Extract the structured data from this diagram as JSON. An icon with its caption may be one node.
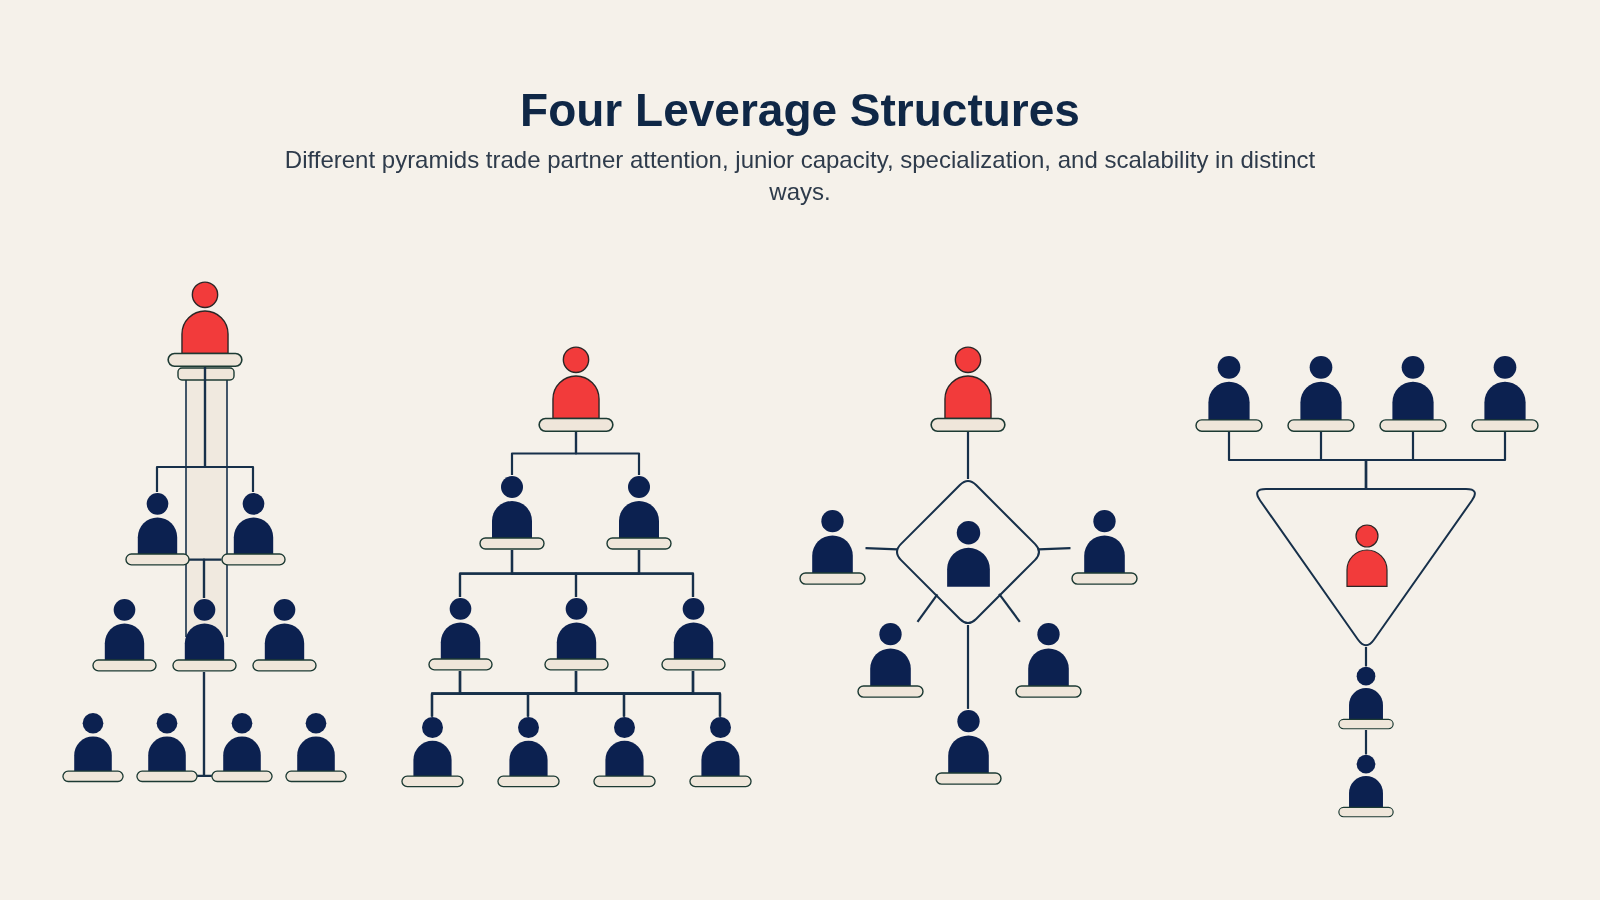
{
  "diagram": {
    "title": "Four Leverage Structures",
    "nodes": [
      {
        "text": [],
        "shape": "person"
      },
      {
        "text": [],
        "shape": "person"
      },
      {
        "text": [],
        "shape": "person"
      },
      {
        "text": [],
        "shape": "person"
      },
      {
        "text": [],
        "shape": "person"
      },
      {
        "text": [],
        "shape": "person"
      },
      {
        "text": [],
        "shape": "person"
      },
      {
        "text": [],
        "shape": "person"
      },
      {
        "text": [],
        "shape": "person"
      },
      {
        "text": [],
        "shape": "person"
      },
      {
        "text": [],
        "shape": "person"
      },
      {
        "text": [],
        "shape": "person"
      },
      {
        "text": [],
        "shape": "person"
      },
      {
        "text": [],
        "shape": "person"
      },
      {
        "text": [],
        "shape": "person"
      },
      {
        "text": [],
        "shape": "person"
      },
      {
        "text": [],
        "shape": "person"
      },
      {
        "text": [],
        "shape": "person"
      },
      {
        "text": [],
        "shape": "person"
      },
      {
        "text": [],
        "shape": "person"
      },
      {
        "text": [],
        "shape": "person"
      },
      {
        "text": [],
        "shape": "diamond"
      },
      {
        "text": [],
        "shape": "person",
        "in": 21
      },
      {
        "text": [],
        "shape": "person"
      },
      {
        "text": [],
        "shape": "person"
      },
      {
        "text": [],
        "shape": "person"
      },
      {
        "text": [],
        "shape": "person"
      },
      {
        "text": [],
        "shape": "person"
      },
      {
        "text": [],
        "shape": "person"
      },
      {
        "text": [],
        "shape": "person"
      },
      {
        "text": [],
        "shape": "person"
      },
      {
        "text": [],
        "shape": "person"
      },
      {
        "text": [],
        "shape": "triangle"
      },
      {
        "text": [],
        "shape": "person",
        "in": 32
      },
      {
        "text": [],
        "shape": "person"
      },
      {
        "text": [],
        "shape": "person"
      }
    ],
    "edges": [
      {
        "from": 0,
        "to": 1,
        "arrow": "none"
      },
      {
        "from": 0,
        "to": 2,
        "arrow": "none"
      },
      {
        "from": 1,
        "to": 4,
        "arrow": "none"
      },
      {
        "from": 2,
        "to": 4,
        "arrow": "none"
      },
      {
        "from": 4,
        "to": 7,
        "arrow": "none"
      },
      {
        "from": 4,
        "to": 8,
        "arrow": "none"
      },
      {
        "from": 10,
        "to": 11,
        "arrow": "none"
      },
      {
        "from": 10,
        "to": 12,
        "arrow": "none"
      },
      {
        "from": 11,
        "to": 13,
        "arrow": "none"
      },
      {
        "from": 11,
        "to": 14,
        "arrow": "none"
      },
      {
        "from": 11,
        "to": 15,
        "arrow": "none"
      },
      {
        "from": 12,
        "to": 13,
        "arrow": "none"
      },
      {
        "from": 12,
        "to": 14,
        "arrow": "none"
      },
      {
        "from": 12,
        "to": 15,
        "arrow": "none"
      },
      {
        "from": 13,
        "to": 16,
        "arrow": "none"
      },
      {
        "from": 13,
        "to": 17,
        "arrow": "none"
      },
      {
        "from": 13,
        "to": 18,
        "arrow": "none"
      },
      {
        "from": 13,
        "to": 19,
        "arrow": "none"
      },
      {
        "from": 14,
        "to": 16,
        "arrow": "none"
      },
      {
        "from": 14,
        "to": 17,
        "arrow": "none"
      },
      {
        "from": 14,
        "to": 18,
        "arrow": "none"
      },
      {
        "from": 14,
        "to": 19,
        "arrow": "none"
      },
      {
        "from": 15,
        "to": 16,
        "arrow": "none"
      },
      {
        "from": 15,
        "to": 17,
        "arrow": "none"
      },
      {
        "from": 15,
        "to": 18,
        "arrow": "none"
      },
      {
        "from": 15,
        "to": 19,
        "arrow": "none"
      },
      {
        "from": 20,
        "to": 21,
        "arrow": "none"
      },
      {
        "from": 21,
        "to": 23,
        "arrow": "none"
      },
      {
        "from": 21,
        "to": 24,
        "arrow": "none"
      },
      {
        "from": 21,
        "to": 25,
        "arrow": "none"
      },
      {
        "from": 21,
        "to": 26,
        "arrow": "none"
      },
      {
        "from": 21,
        "to": 27,
        "arrow": "none"
      },
      {
        "from": 28,
        "to": 32,
        "arrow": "none"
      },
      {
        "from": 29,
        "to": 32,
        "arrow": "none"
      },
      {
        "from": 30,
        "to": 32,
        "arrow": "none"
      },
      {
        "from": 31,
        "to": 32,
        "arrow": "none"
      },
      {
        "from": 32,
        "to": 34,
        "arrow": "none"
      },
      {
        "from": 34,
        "to": 35,
        "arrow": "none"
      }
    ],
    "labels": [
      "Different pyramids trade partner attention, junior capacity, specialization, and scalability in distinct ways."
    ]
  }
}
